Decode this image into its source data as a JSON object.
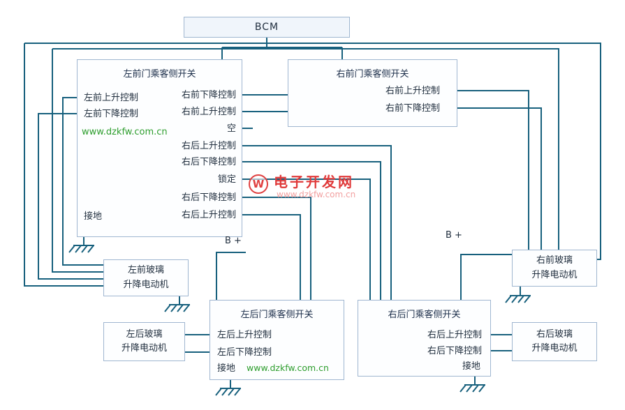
{
  "colors": {
    "wire": "#17607d",
    "box_border": "#9fb6d0",
    "watermark_green": "#2e9e2e",
    "brand_red": "#e03a3a"
  },
  "bcm": {
    "label": "BCM"
  },
  "bplus_left": "B +",
  "bplus_right": "B +",
  "watermarks": {
    "green_url": "www.dzkfw.com.cn",
    "green_url_bottom": "www.dzkfw.com.cn",
    "brand": "电子开发网",
    "brand_url": "www.dzkfw.com.cn",
    "logo_letter": "W"
  },
  "left_front_switch": {
    "title": "左前门乘客侧开关",
    "left_pins": [
      "左前上升控制",
      "左前下降控制"
    ],
    "ground": "接地",
    "right_pins": [
      "右前下降控制",
      "右前上升控制",
      "空",
      "右后上升控制",
      "右后下降控制",
      "锁定",
      "右后下降控制",
      "右后上升控制"
    ]
  },
  "right_front_switch": {
    "title": "右前门乘客侧开关",
    "pins": [
      "右前上升控制",
      "右前下降控制"
    ]
  },
  "left_rear_switch": {
    "title": "左后门乘客侧开关",
    "pins": [
      "左后上升控制",
      "左后下降控制"
    ],
    "ground": "接地"
  },
  "right_rear_switch": {
    "title": "右后门乘客侧开关",
    "pins": [
      "右后上升控制",
      "右后下降控制"
    ],
    "ground": "接地"
  },
  "motors": {
    "left_front": [
      "左前玻璃",
      "升降电动机"
    ],
    "right_front": [
      "右前玻璃",
      "升降电动机"
    ],
    "left_rear": [
      "左后玻璃",
      "升降电动机"
    ],
    "right_rear": [
      "右后玻璃",
      "升降电动机"
    ]
  }
}
